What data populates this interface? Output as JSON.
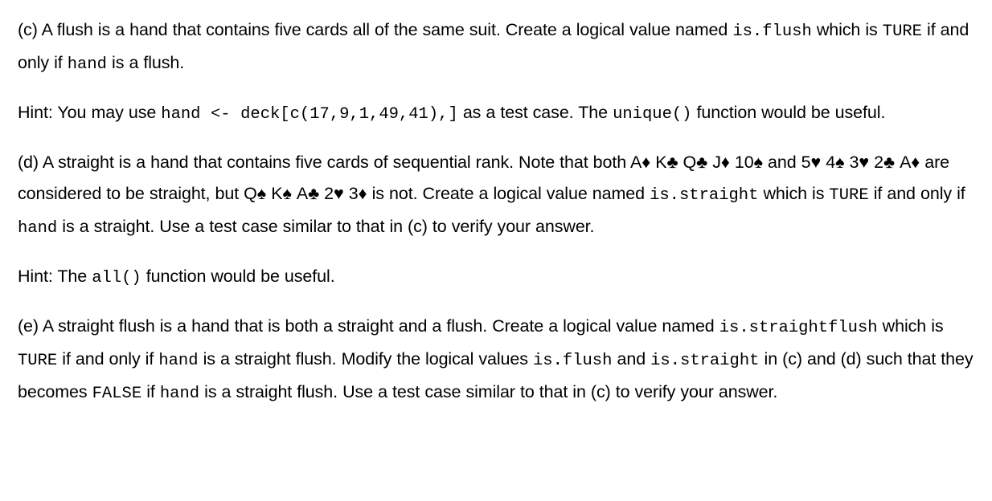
{
  "document": {
    "background_color": "#ffffff",
    "text_color": "#000000",
    "items": [
      {
        "id": "part-c",
        "label": "(c)",
        "text_before": "(c) A flush is a hand that contains five cards all of the same suit. Create a logical value named ",
        "code_1": "is.flush",
        "text_mid_1": " which is ",
        "code_2": "TURE",
        "text_mid_2": " if and only if ",
        "code_3": "hand",
        "text_after": " is a flush."
      },
      {
        "id": "hint-c",
        "text_before": "Hint: You may use ",
        "code_1": "hand <- deck[c(17,9,1,49,41),]",
        "text_mid_1": " as a test case. The ",
        "code_2": "unique()",
        "text_after": " function would be useful."
      },
      {
        "id": "part-d",
        "label": "(d)",
        "text_before": "(d) A straight is a hand that contains five cards of sequential rank. Note that both ",
        "hand_straight_1": [
          "A♦",
          "K♣",
          "Q♣",
          "J♦",
          "10♠"
        ],
        "text_mid_1": " and ",
        "hand_straight_2": [
          "5♥",
          "4♠",
          "3♥",
          "2♣",
          "A♦"
        ],
        "text_mid_2": " are considered to be straight, but ",
        "hand_not_straight": [
          "Q♠",
          "K♠",
          "A♣",
          "2♥",
          "3♦"
        ],
        "text_mid_3": " is not. Create a logical value named ",
        "code_1": "is.straight",
        "text_mid_4": " which is ",
        "code_2": "TURE",
        "text_mid_5": " if and only if ",
        "code_3": "hand",
        "text_after": " is a straight. Use a test case similar to that in (c) to verify your answer."
      },
      {
        "id": "hint-d",
        "text_before": "Hint: The ",
        "code_1": "all()",
        "text_after": " function would be useful."
      },
      {
        "id": "part-e",
        "label": "(e)",
        "text_before": "(e) A straight flush is a hand that is both a straight and a flush. Create a logical value named ",
        "code_1": "is.straightflush",
        "text_mid_1": " which is ",
        "code_2": "TURE",
        "text_mid_2": " if and only if ",
        "code_3": "hand",
        "text_mid_3": " is a straight flush. Modify the logical values ",
        "code_4": "is.flush",
        "text_mid_4": " and ",
        "code_5": "is.straight",
        "text_mid_5": " in (c) and (d) such that they becomes ",
        "code_6": "FALSE",
        "text_mid_6": " if ",
        "code_7": "hand",
        "text_after": " is a straight flush. Use a test case similar to that in (c) to verify your answer."
      }
    ]
  }
}
